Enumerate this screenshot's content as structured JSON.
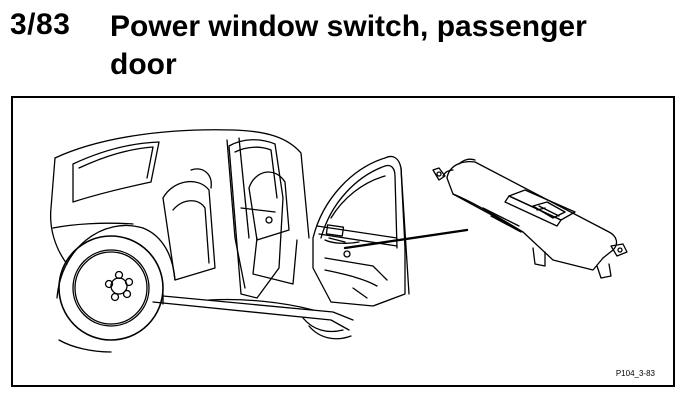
{
  "section": {
    "number": "3/83",
    "title": "Power window switch, passenger door"
  },
  "figure": {
    "code": "P104_3-83",
    "line_color": "#000000",
    "background_color": "#ffffff",
    "icons": [
      "car-open-door-illustration",
      "window-switch-illustration",
      "leader-line"
    ]
  }
}
